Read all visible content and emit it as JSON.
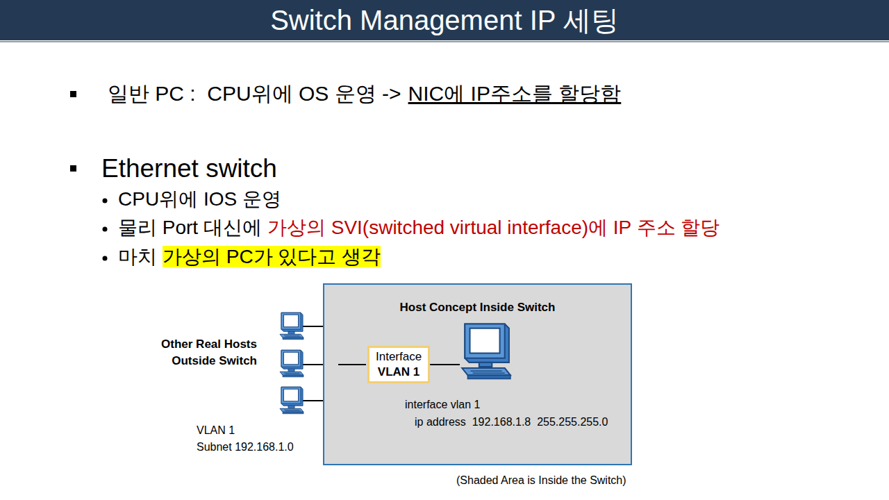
{
  "diagram": {
    "title": "Switch Management  IP 세팅",
    "nodes": [
      {
        "text": [
          "Host Concept Inside Switch"
        ]
      },
      {
        "text": [
          "Interface",
          "VLAN 1"
        ],
        "in": 0
      }
    ],
    "labels": [
      "일반 PC :  CPU위에 OS 운영 ->",
      "NIC에 IP주소를 할당함",
      "Ethernet switch",
      "CPU위에 IOS 운영",
      "물리 Port 대신에",
      "가상의 SVI(switched virtual interface)에 IP 주소 할당",
      "마치",
      "가상의 PC가 있다고 생각",
      "Other Real Hosts Outside Switch",
      "interface vlan 1",
      "ip address  192.168.1.8  255.255.255.0",
      "VLAN 1",
      "Subnet 192.168.1.0",
      "(Shaded Area is Inside the Switch)"
    ]
  }
}
